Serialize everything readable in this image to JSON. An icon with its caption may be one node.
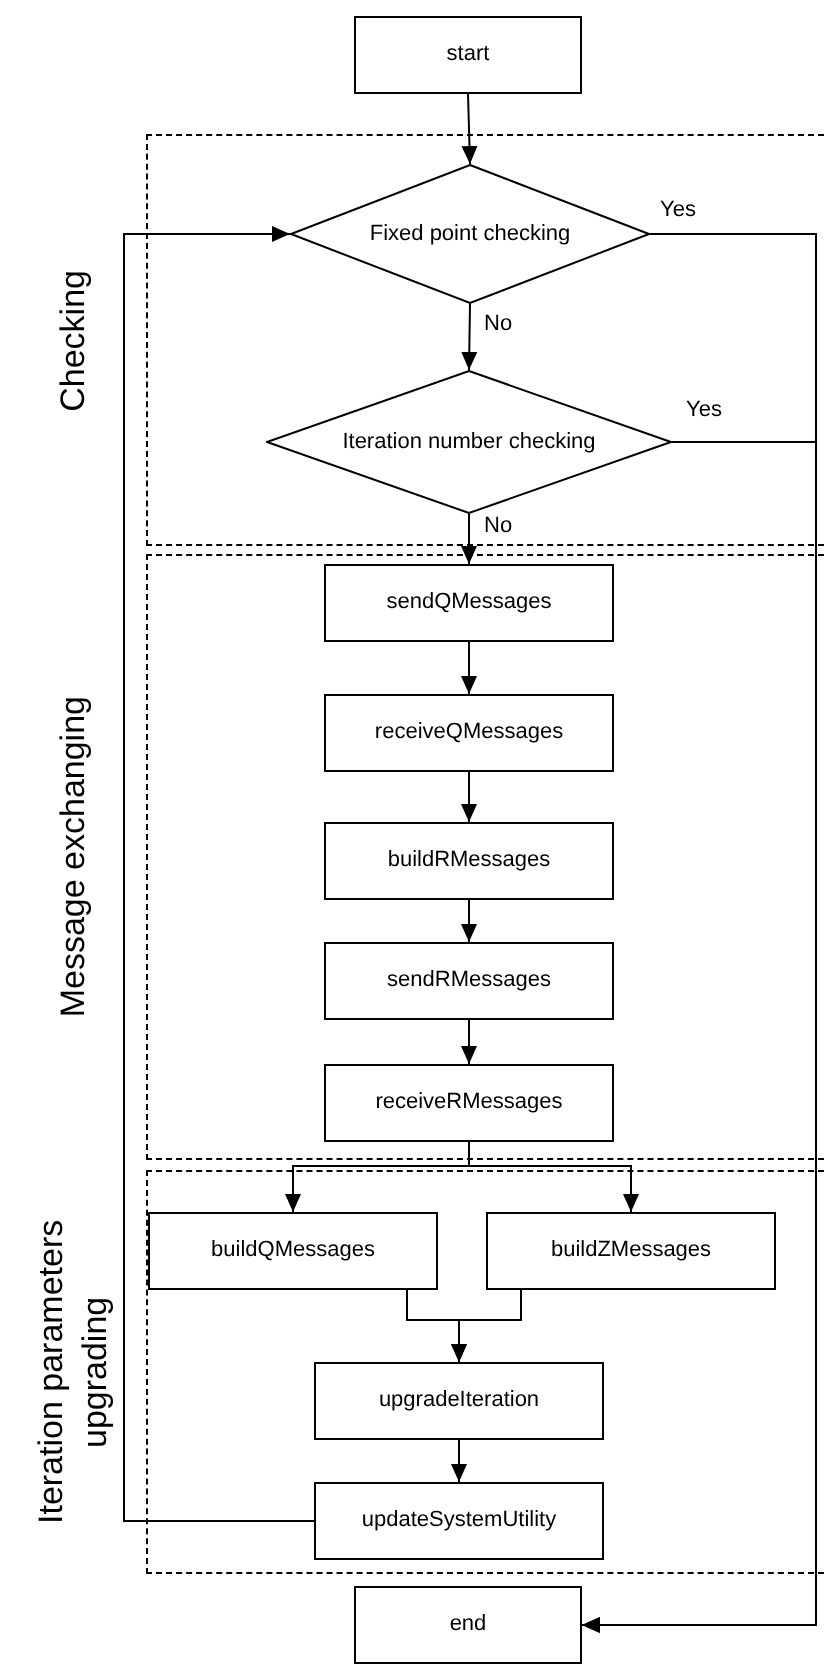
{
  "diagram": {
    "nodes": [
      {
        "text": [
          "start"
        ]
      },
      {
        "text": [
          "Checking"
        ]
      },
      {
        "text": [
          "Fixed point checking"
        ],
        "in": 1
      },
      {
        "text": [
          "Iteration number checking"
        ],
        "in": 1
      },
      {
        "text": [
          "Message exchanging"
        ]
      },
      {
        "text": [
          "sendQMessages"
        ],
        "in": 4
      },
      {
        "text": [
          "receiveQMessages"
        ],
        "in": 4
      },
      {
        "text": [
          "buildRMessages"
        ],
        "in": 4
      },
      {
        "text": [
          "sendRMessages"
        ],
        "in": 4
      },
      {
        "text": [
          "receiveRMessages"
        ],
        "in": 4
      },
      {
        "text": [
          "Iteration parameters upgrading"
        ]
      },
      {
        "text": [
          "buildQMessages"
        ],
        "in": 10
      },
      {
        "text": [
          "buildZMessages"
        ],
        "in": 10
      },
      {
        "text": [
          "upgradeIteration"
        ],
        "in": 10
      },
      {
        "text": [
          "updateSystemUtility"
        ],
        "in": 10
      },
      {
        "text": [
          "end"
        ]
      }
    ],
    "edges": [
      {
        "from": 0,
        "to": 2,
        "arrow": "to"
      },
      {
        "from": 2,
        "to": 3,
        "arrow": "to",
        "label": "No"
      },
      {
        "from": 2,
        "to": 15,
        "arrow": "to",
        "label": "Yes"
      },
      {
        "from": 3,
        "to": 15,
        "arrow": "to",
        "label": "Yes"
      },
      {
        "from": 3,
        "to": 5,
        "arrow": "to",
        "label": "No"
      },
      {
        "from": 5,
        "to": 6,
        "arrow": "to"
      },
      {
        "from": 6,
        "to": 7,
        "arrow": "to"
      },
      {
        "from": 7,
        "to": 8,
        "arrow": "to"
      },
      {
        "from": 8,
        "to": 9,
        "arrow": "to"
      },
      {
        "from": 9,
        "to": 11,
        "arrow": "to"
      },
      {
        "from": 9,
        "to": 12,
        "arrow": "to"
      },
      {
        "from": 11,
        "to": 13,
        "arrow": "to"
      },
      {
        "from": 12,
        "to": 13,
        "arrow": "to"
      },
      {
        "from": 13,
        "to": 14,
        "arrow": "to"
      },
      {
        "from": 14,
        "to": 2,
        "arrow": "to"
      }
    ]
  }
}
